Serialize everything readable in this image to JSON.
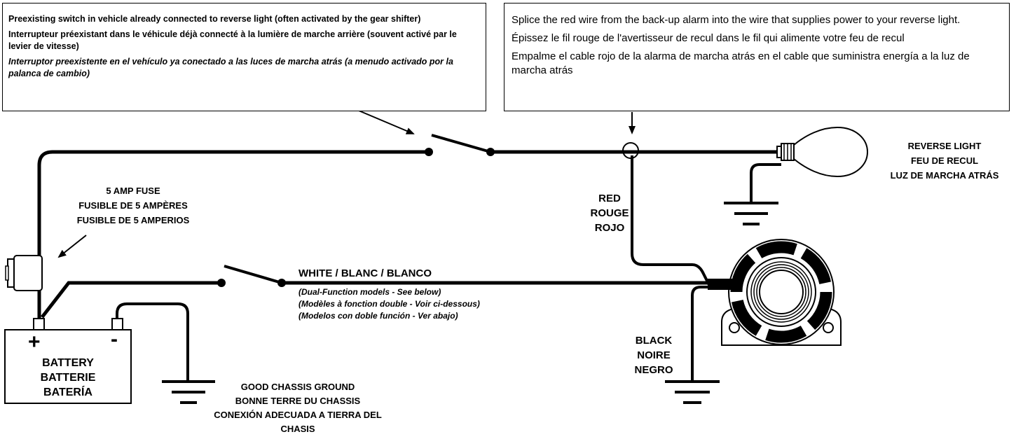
{
  "callout_switch": {
    "en": "Preexisting switch in vehicle already connected to reverse light (often activated by the gear shifter)",
    "fr": "Interrupteur préexistant dans le véhicule déjà connecté à la lumière de marche arrière (souvent activé par le levier de vitesse)",
    "es": "Interruptor preexistente en el vehículo ya conectado a las luces de marcha atrás (a menudo activado por la palanca de cambio)"
  },
  "callout_splice": {
    "en": "Splice the red wire from the back-up alarm into the wire that supplies power to your reverse light.",
    "fr": "Épissez le fil rouge de l'avertisseur de recul dans le fil qui alimente votre feu de recul",
    "es": "Empalme el cable rojo de la alarma de marcha atrás en el cable que suministra energía a la luz de marcha atrás"
  },
  "reverse_light": [
    "REVERSE LIGHT",
    "FEU DE RECUL",
    "LUZ DE MARCHA ATRÁS"
  ],
  "fuse": [
    "5 AMP FUSE",
    "FUSIBLE DE 5 AMPÈRES",
    "FUSIBLE DE 5 AMPERIOS"
  ],
  "red_wire": [
    "RED",
    "ROUGE",
    "ROJO"
  ],
  "white_wire": "WHITE / BLANC / BLANCO",
  "dual_function_note": [
    "(Dual-Function models - See below)",
    "(Modèles à fonction double - Voir ci-dessous)",
    "(Modelos con doble función - Ver abajo)"
  ],
  "black_wire": [
    "BLACK",
    "NOIRE",
    "NEGRO"
  ],
  "battery": {
    "plus": "+",
    "minus": "-",
    "names": [
      "BATTERY",
      "BATTERIE",
      "BATERÍA"
    ]
  },
  "chassis_ground": [
    "GOOD CHASSIS GROUND",
    "BONNE TERRE DU CHASSIS",
    "CONEXIÓN ADECUADA A TIERRA DEL",
    "CHASIS"
  ]
}
